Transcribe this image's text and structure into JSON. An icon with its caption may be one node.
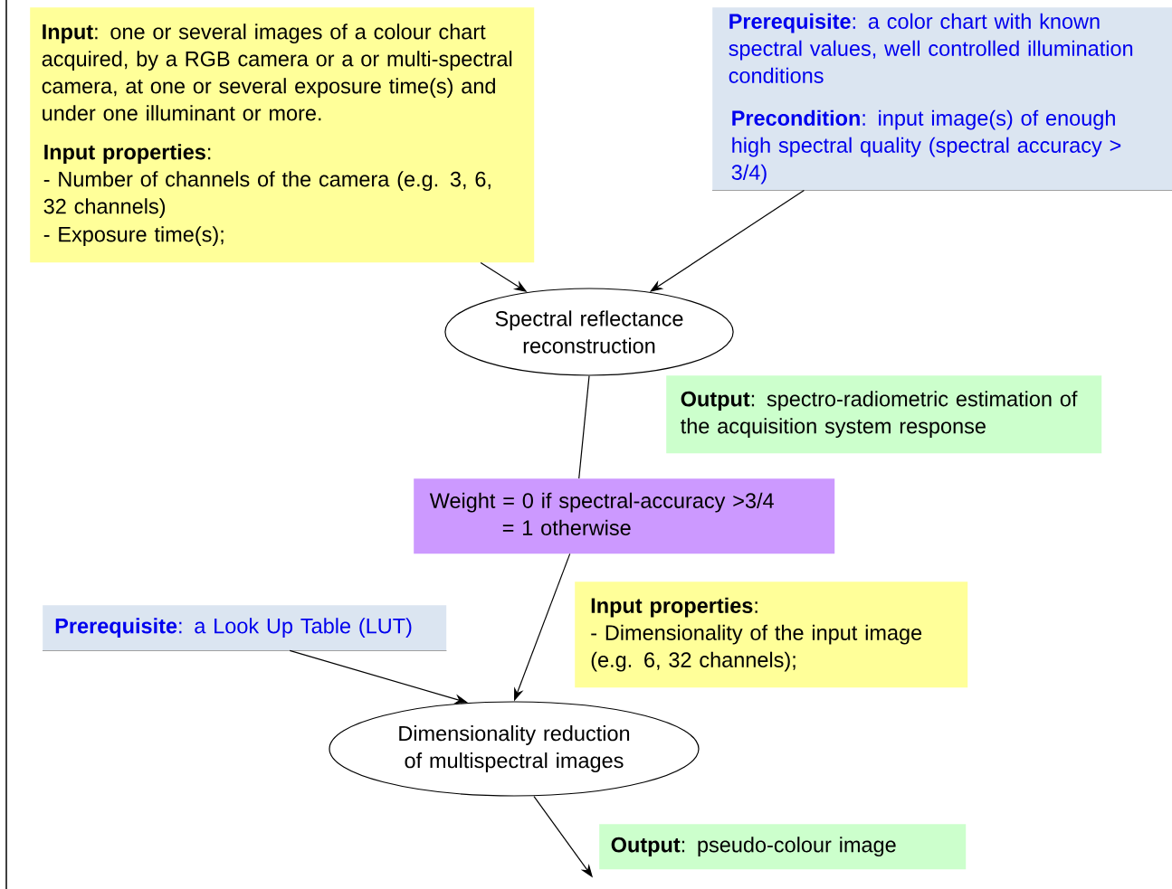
{
  "diagram": {
    "nodes": [
      {
        "text": [
          "**Input**: one or several images of a colour chart acquired, by a RGB camera or a or multi-spectral camera, at one or several exposure time(s) and under one illuminant or more.",
          "**Input properties**:",
          "- Number of channels of the camera (e.g. 3, 6, 32 channels)",
          "- Exposure time(s);"
        ]
      },
      {
        "text": [
          "**Prerequisite**: a color chart with known spectral values, well controlled illumination conditions",
          "**Precondition**: input image(s) of enough high spectral quality (spectral accuracy > 3/4)"
        ]
      },
      {
        "text": [
          "Spectral reflectance reconstruction"
        ]
      },
      {
        "text": [
          "**Output**: spectro-radiometric estimation of the acquisition system response"
        ]
      },
      {
        "text": [
          "Weight = 0 if spectral-accuracy >3/4",
          "= 1 otherwise"
        ]
      },
      {
        "text": [
          "**Input properties**:",
          "- Dimensionality of the input image (e.g. 6, 32 channels);"
        ]
      },
      {
        "text": [
          "**Prerequisite**: a Look Up Table (LUT)"
        ]
      },
      {
        "text": [
          "Dimensionality reduction of multispectral images"
        ]
      },
      {
        "text": [
          "**Output**: pseudo-colour image"
        ]
      }
    ],
    "edges": [
      {
        "from": 0,
        "to": 2,
        "arrow": "to"
      },
      {
        "from": 1,
        "to": 2,
        "arrow": "to"
      },
      {
        "from": 2,
        "to": 4,
        "arrow": "none"
      },
      {
        "from": 4,
        "to": 7,
        "arrow": "to"
      },
      {
        "from": 6,
        "to": 7,
        "arrow": "to"
      },
      {
        "from": 7,
        "to": 8,
        "arrow": "to"
      }
    ]
  }
}
